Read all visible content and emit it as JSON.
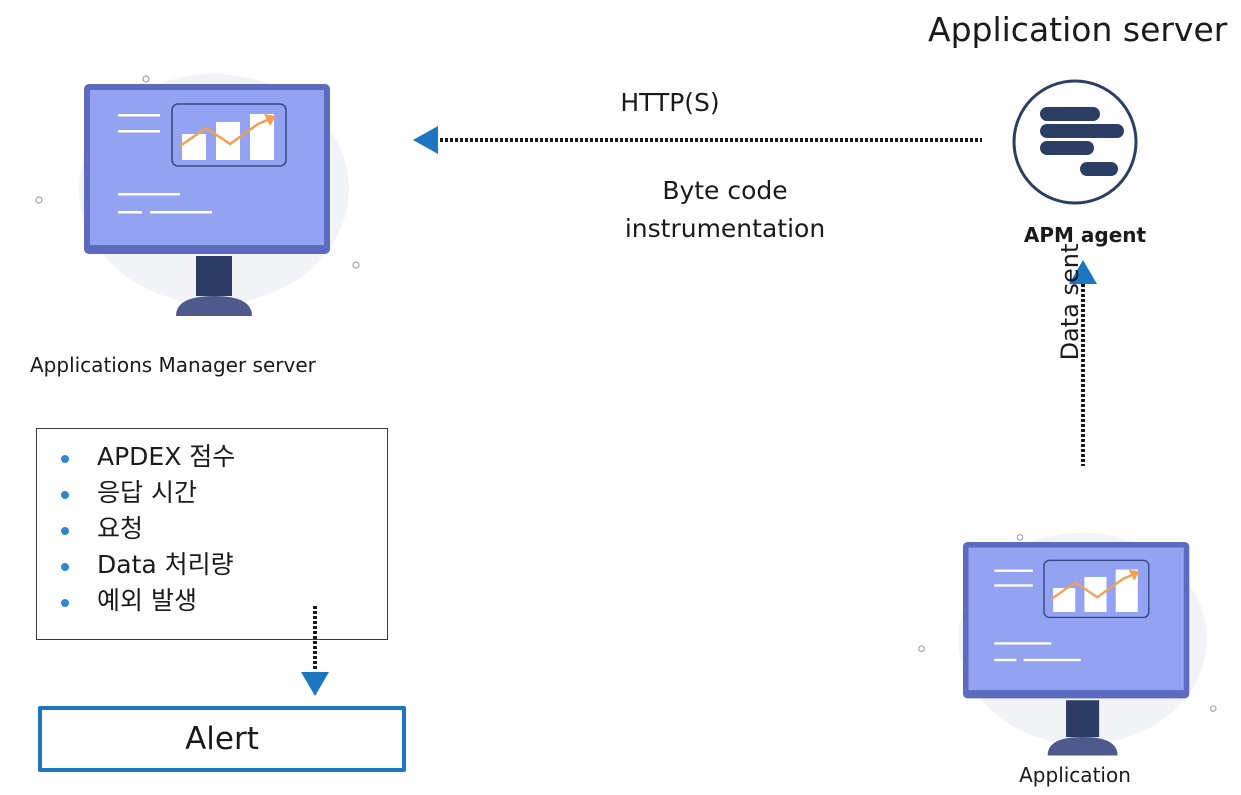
{
  "diagram": {
    "application_server_title": "Application server",
    "http_label": "HTTP(S)",
    "bci_line1": "Byte code",
    "bci_line2": "instrumentation",
    "apm_agent_label": "APM agent",
    "data_sent_label": "Data sent",
    "apps_manager_label": "Applications Manager server",
    "application_label": "Application",
    "metrics": [
      "APDEX 점수",
      "응답 시간",
      "요청",
      "Data 처리량",
      "예외 발생"
    ],
    "alert_label": "Alert"
  },
  "colors": {
    "arrow": "#1c77c0",
    "monitor_frame": "#5c6bc0",
    "monitor_screen": "#93a3f2",
    "blob": "#f2f3f6",
    "logo_bars": "#2c3e63"
  },
  "icons": [
    "monitor-icon",
    "chart-icon",
    "apm-agent-logo-icon",
    "arrow-left-icon",
    "arrow-up-icon",
    "arrow-down-icon"
  ]
}
